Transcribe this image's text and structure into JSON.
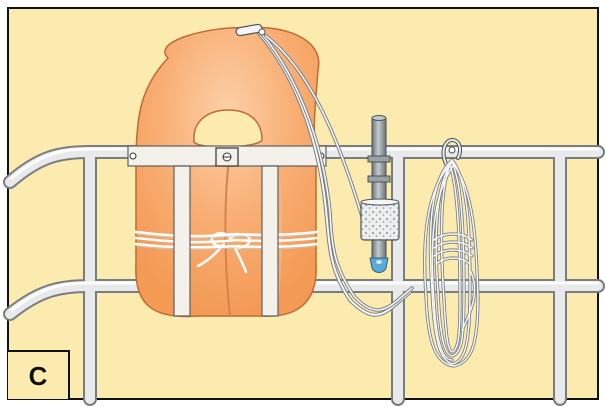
{
  "panel": {
    "label": "C"
  },
  "palette": {
    "background": "#fcebae",
    "rail": "#e7e9ea",
    "rail_outline": "#7a7d80",
    "jacket": "#f7a768",
    "jacket_highlight": "#fbc79a",
    "jacket_outline": "#c06a34",
    "strap": "#f3f1ea",
    "light_body": "#8c9499",
    "light_lens": "#5aa9da",
    "line": "#f4f6f7"
  },
  "scene": {
    "items": [
      "life-jacket",
      "jacket-strap",
      "lanyard-line",
      "man-overboard-light",
      "coiled-throwing-line",
      "boat-rail"
    ]
  }
}
